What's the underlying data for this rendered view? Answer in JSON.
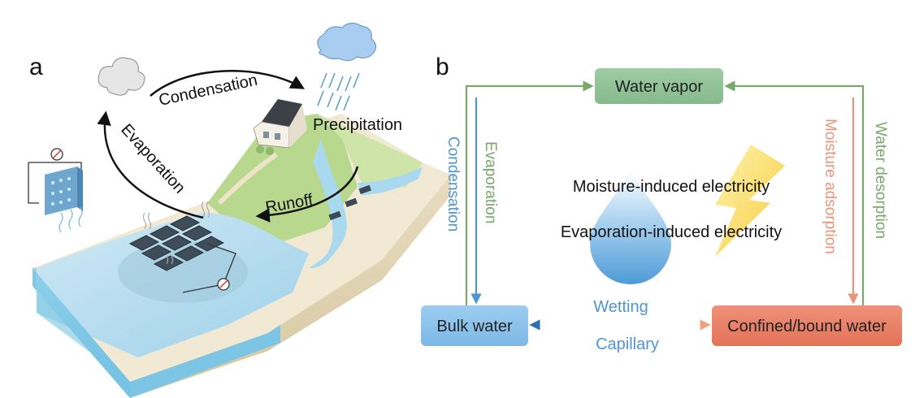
{
  "panel_a": {
    "label": "a",
    "cycle": {
      "condensation": "Condensation",
      "precipitation": "Precipitation",
      "evaporation": "Evaporation",
      "runoff": "Runoff"
    }
  },
  "panel_b": {
    "label": "b",
    "nodes": {
      "water_vapor": "Water vapor",
      "bulk_water": "Bulk water",
      "confined_water": "Confined/bound water"
    },
    "edges": {
      "condensation": "Condensation",
      "evaporation": "Evaporation",
      "moisture_adsorption": "Moisture adsorption",
      "water_desorption": "Water desorption",
      "wetting": "Wetting",
      "capillary": "Capillary"
    },
    "center": {
      "moisture_electricity": "Moisture-induced electricity",
      "evaporation_electricity": "Evaporation-induced electricity"
    }
  },
  "colors": {
    "green": "#7aa86a",
    "blue": "#4f95cf",
    "salmon": "#e8957a",
    "vapor_box": "#93c49a",
    "bulk_box": "#8cc3ec",
    "confined_box": "#e8826a"
  }
}
